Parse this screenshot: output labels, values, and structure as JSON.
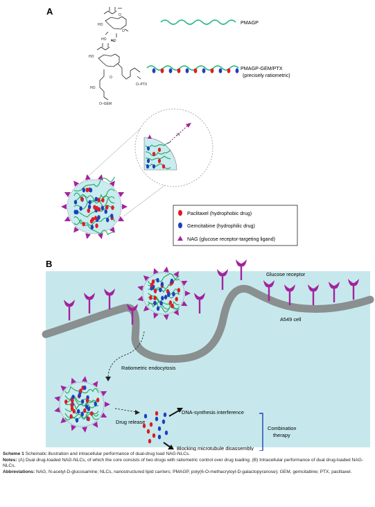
{
  "panel_a": {
    "label": "A",
    "pmagp_label": "PMAGP",
    "pmagp_drug_label": "PMAGP-GEM/PTX",
    "precisely_label": "(precisely ratiometric)",
    "chem": {
      "ptx_tag": "O–PTX",
      "gem_tag": "O–GEM"
    },
    "legend": [
      {
        "label": "Paclitaxel (hydrophobic drug)",
        "color": "#e01b24",
        "icon": "red-oval-icon"
      },
      {
        "label": "Gemcitabine (hydrophilic drug)",
        "color": "#1f3fbf",
        "icon": "blue-oval-icon"
      },
      {
        "label": "NAG (glucose receptor-targeting ligand)",
        "color": "#a3229e",
        "icon": "purple-triangle-icon"
      }
    ]
  },
  "panel_b": {
    "label": "B",
    "glucose_receptor": "Glucose receptor",
    "cell": "A549 cell",
    "endocytosis": "Ratiometric endocytosis",
    "drug_release": "Drug release",
    "dna": "DNA-synthesis interference",
    "microtubule": "Blocking microtubule disassembly",
    "combination_1": "Combination",
    "combination_2": "therapy",
    "background_color": "#c6e8ec",
    "membrane_color": "#8a8f90"
  },
  "caption": {
    "scheme_label": "Scheme 1",
    "scheme_text": "Schematic illustration and intracellular performance of dual-drug load NAG-NLCs.",
    "notes_label": "Notes:",
    "notes_text": "(A) Dual drug-loaded NAG-NLCs, of which the core consists of two drugs with ratiometric control over drug loading. (B) Intracellular performance of dual drug-loaded NAG-NLCs.",
    "abbr_label": "Abbreviations:",
    "abbr_text": "NAG, N-acetyl-D-glucosamine; NLCs, nanostructured lipid carriers; PMAGP, poly(6-O-methacryloyl-D-galactopyranose); GEM, gemcitabine; PTX, paclitaxel."
  }
}
